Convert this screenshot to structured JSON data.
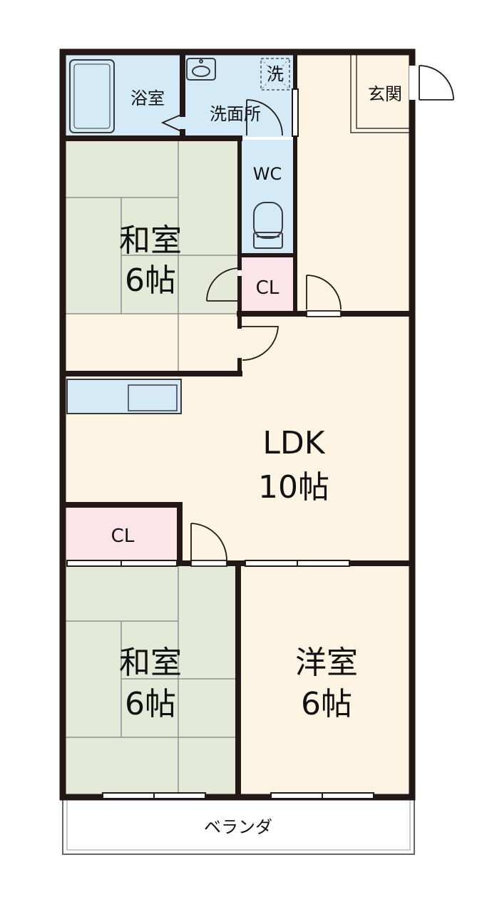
{
  "rooms": {
    "bath": {
      "name": "浴室"
    },
    "washroom": {
      "name": "洗面所",
      "washer": "洗"
    },
    "entrance": {
      "name": "玄関"
    },
    "wc": {
      "name": "WC"
    },
    "japanese_room_top": {
      "name": "和室",
      "size": "6帖"
    },
    "closet_top": {
      "name": "CL"
    },
    "ldk": {
      "name": "LDK",
      "size": "10帖"
    },
    "closet_left": {
      "name": "CL"
    },
    "japanese_room_bottom": {
      "name": "和室",
      "size": "6帖"
    },
    "western_room": {
      "name": "洋室",
      "size": "6帖"
    },
    "veranda": {
      "name": "ベランダ"
    }
  },
  "colors": {
    "wall": "#231815",
    "flooring": "#fdf4e3",
    "tatami": "#e5ead8",
    "tatami_line": "#8f8f8f",
    "wet_area": "#d4ebf7",
    "closet": "#fbe4ea",
    "fixture_line": "#3a3a3a"
  }
}
